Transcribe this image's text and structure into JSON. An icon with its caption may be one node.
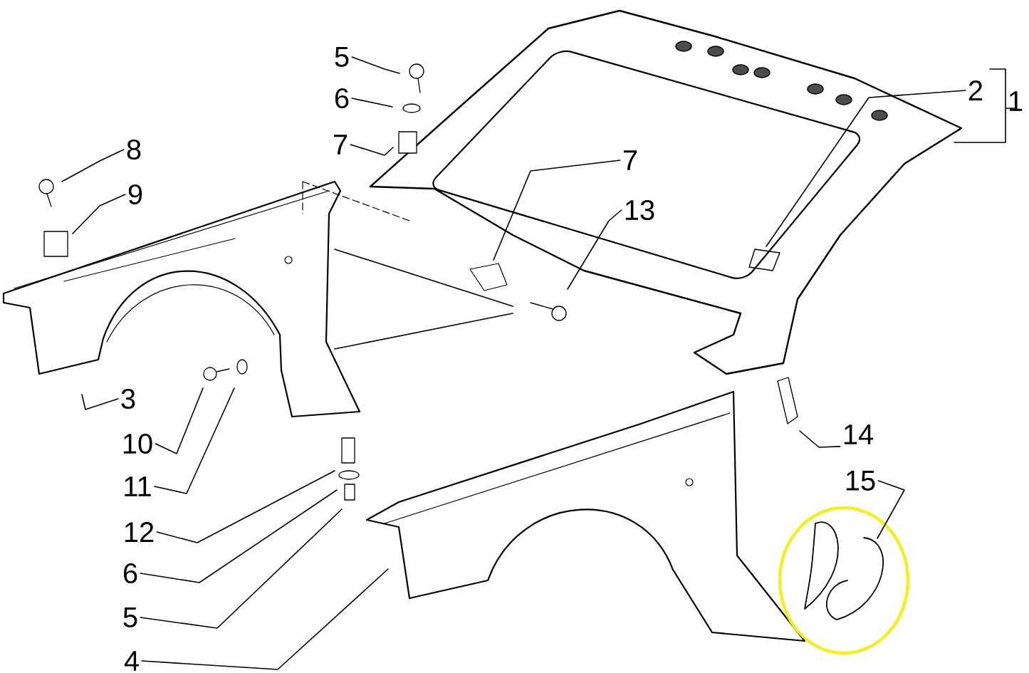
{
  "diagram": {
    "nodes": [
      {
        "text": [
          "5"
        ]
      },
      {
        "text": [
          "6"
        ]
      },
      {
        "text": [
          "7"
        ]
      },
      {
        "text": [
          "8"
        ]
      },
      {
        "text": [
          "9"
        ]
      },
      {
        "text": [
          "7"
        ]
      },
      {
        "text": [
          "13"
        ]
      },
      {
        "text": [
          "2"
        ]
      },
      {
        "text": [
          "3"
        ]
      },
      {
        "text": [
          "10"
        ]
      },
      {
        "text": [
          "11"
        ]
      },
      {
        "text": [
          "12"
        ]
      },
      {
        "text": [
          "6"
        ]
      },
      {
        "text": [
          "5"
        ]
      },
      {
        "text": [
          "4"
        ]
      },
      {
        "text": [
          "14"
        ]
      },
      {
        "text": [
          "15"
        ]
      }
    ],
    "edges": [
      {
        "from": 0,
        "to": null,
        "arrow": "none"
      },
      {
        "from": 1,
        "to": null,
        "arrow": "none"
      },
      {
        "from": 2,
        "to": null,
        "arrow": "none"
      },
      {
        "from": 3,
        "to": null,
        "arrow": "none"
      },
      {
        "from": 4,
        "to": null,
        "arrow": "none"
      },
      {
        "from": 5,
        "to": null,
        "arrow": "none"
      },
      {
        "from": 6,
        "to": null,
        "arrow": "none"
      },
      {
        "from": 7,
        "to": null,
        "arrow": "none"
      },
      {
        "from": 8,
        "to": null,
        "arrow": "none"
      },
      {
        "from": 9,
        "to": null,
        "arrow": "none"
      },
      {
        "from": 10,
        "to": null,
        "arrow": "none"
      },
      {
        "from": 11,
        "to": null,
        "arrow": "none"
      },
      {
        "from": 12,
        "to": null,
        "arrow": "none"
      },
      {
        "from": 13,
        "to": null,
        "arrow": "none"
      },
      {
        "from": 14,
        "to": null,
        "arrow": "none"
      },
      {
        "from": 15,
        "to": null,
        "arrow": "none"
      },
      {
        "from": 16,
        "to": null,
        "arrow": "none"
      }
    ],
    "labels": [
      "1"
    ]
  }
}
